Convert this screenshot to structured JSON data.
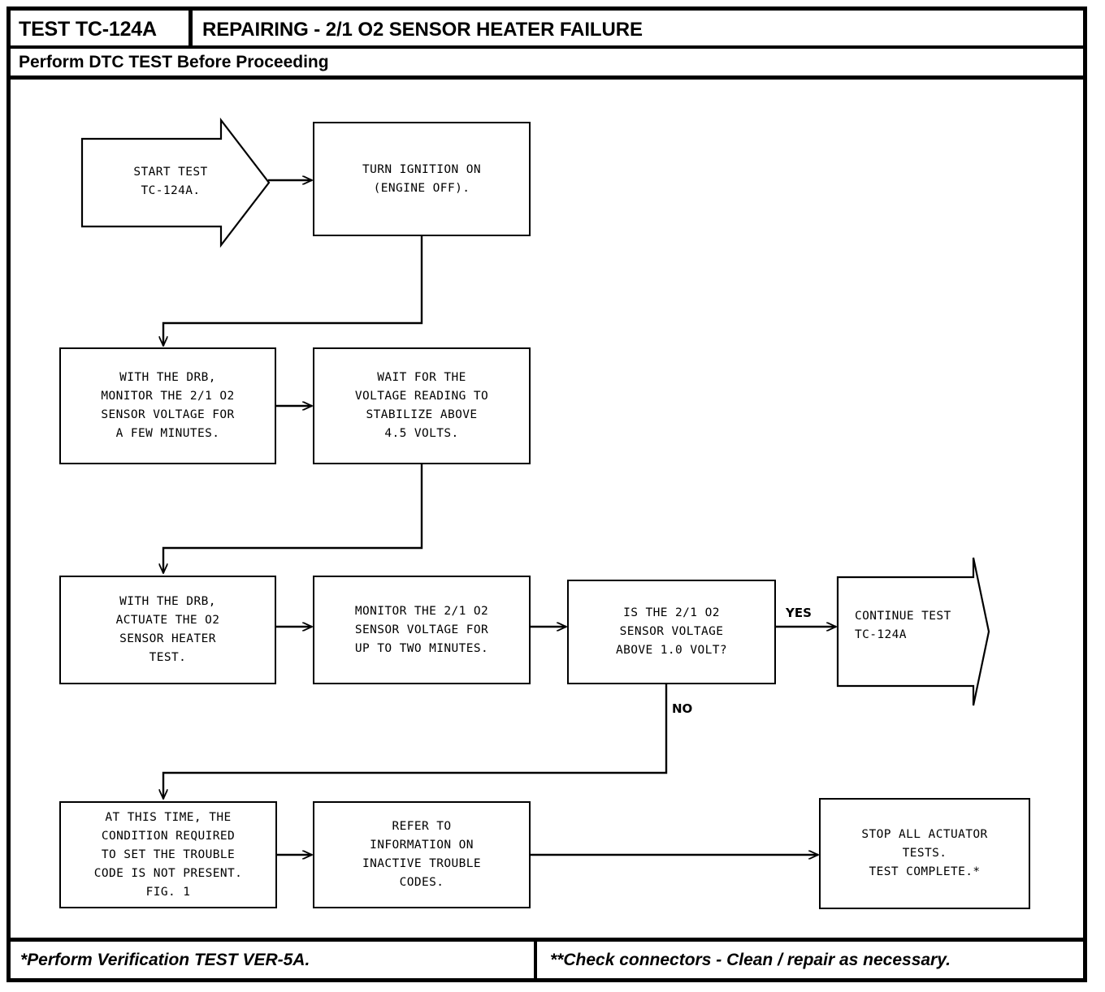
{
  "header": {
    "test_id": "TEST TC-124A",
    "title": "REPAIRING - 2/1 O2 SENSOR HEATER FAILURE",
    "subtitle": "Perform DTC TEST Before Proceeding"
  },
  "nodes": {
    "start": "START TEST\nTC-124A.",
    "turn_ignition": "TURN IGNITION ON\n(ENGINE OFF).",
    "monitor_voltage": "WITH THE DRB,\nMONITOR THE 2/1 O2\nSENSOR VOLTAGE FOR\nA FEW MINUTES.",
    "wait_stabilize": "WAIT FOR THE\nVOLTAGE READING TO\nSTABILIZE ABOVE\n4.5 VOLTS.",
    "actuate_heater": "WITH THE DRB,\nACTUATE THE O2\nSENSOR HEATER\nTEST.",
    "monitor_two_minutes": "MONITOR THE 2/1 O2\nSENSOR VOLTAGE FOR\nUP TO TWO MINUTES.",
    "decision_voltage": "IS THE 2/1 O2\nSENSOR VOLTAGE\nABOVE 1.0 VOLT?",
    "continue_test": "CONTINUE TEST\nTC-124A",
    "condition_not_present": "AT THIS TIME, THE\nCONDITION REQUIRED\nTO SET THE TROUBLE\nCODE IS NOT PRESENT.\nFIG. 1",
    "refer_inactive": "REFER TO\nINFORMATION ON\nINACTIVE TROUBLE\nCODES.",
    "stop_actuator": "STOP ALL ACTUATOR\nTESTS.\nTEST COMPLETE.*"
  },
  "branches": {
    "yes": "YES",
    "no": "NO"
  },
  "footer": {
    "note_left": "*Perform Verification TEST VER-5A.",
    "note_right": "**Check connectors - Clean / repair as necessary."
  },
  "colors": {
    "ink": "#000000",
    "paper": "#ffffff"
  }
}
